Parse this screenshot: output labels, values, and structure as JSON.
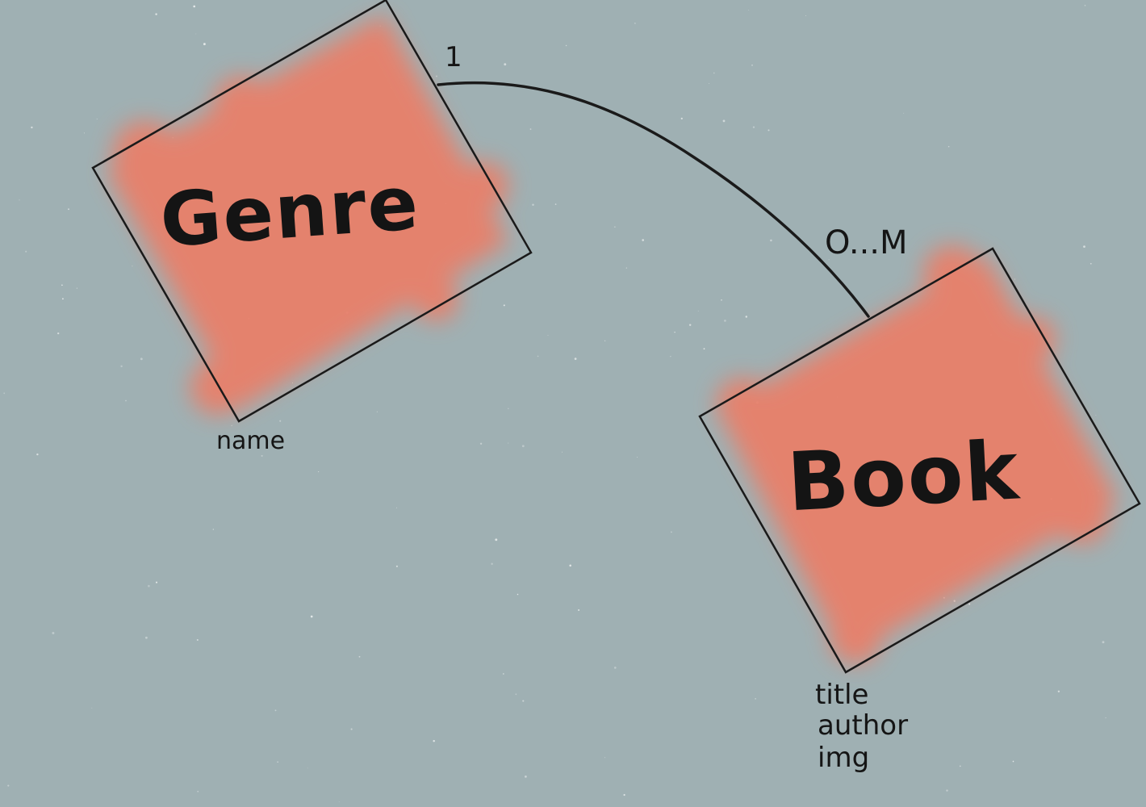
{
  "diagram": {
    "entities": [
      {
        "id": "genre",
        "label": "Genre",
        "attributes": [
          "name"
        ]
      },
      {
        "id": "book",
        "label": "Book",
        "attributes": [
          "title",
          "author",
          "img"
        ]
      }
    ],
    "relationship": {
      "from": "genre",
      "to": "book",
      "from_cardinality": "1",
      "to_cardinality": "O...M"
    },
    "colors": {
      "background": "#9fb0b3",
      "entity_fill": "#e8806a",
      "outline": "#1a1a1a"
    }
  }
}
